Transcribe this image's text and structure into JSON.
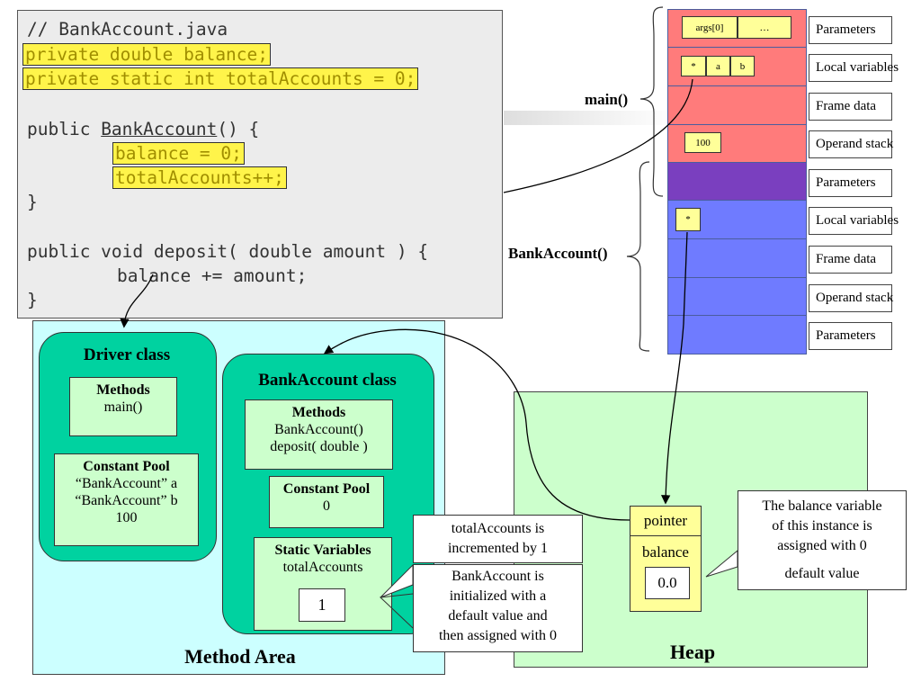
{
  "code": {
    "comment": "// BankAccount.java",
    "line_balance_decl": "private double balance;",
    "line_total_decl": "private static int totalAccounts = 0;",
    "ctor_open_prefix": "public ",
    "ctor_open_name": "BankAccount",
    "ctor_open_suffix": "() {",
    "balance_assign": "balance = 0;",
    "total_increment": "totalAccounts++;",
    "close_brace_1": "}",
    "deposit_sig": "public void deposit( double amount ) {",
    "deposit_body": "balance += amount;",
    "close_brace_2": "}"
  },
  "stack": {
    "main_label": "main()",
    "ctor_label": "BankAccount()",
    "labels": [
      "Parameters",
      "Local variables",
      "Frame data",
      "Operand stack",
      "Parameters",
      "Local variables",
      "Frame data",
      "Operand stack",
      "Parameters"
    ],
    "main_params": [
      "args[0]",
      "…"
    ],
    "main_locals": [
      "*",
      "a",
      "b"
    ],
    "main_operand": "100",
    "ctor_local": "*"
  },
  "method_area": {
    "title": "Method Area",
    "driver": {
      "title": "Driver class",
      "methods_title": "Methods",
      "methods": [
        "main()"
      ],
      "pool_title": "Constant Pool",
      "pool": [
        "“BankAccount” a",
        "“BankAccount” b",
        "100"
      ]
    },
    "bank": {
      "title": "BankAccount class",
      "methods_title": "Methods",
      "methods": [
        "BankAccount()",
        "deposit( double )"
      ],
      "pool_title": "Constant Pool",
      "pool": [
        "0"
      ],
      "static_title": "Static Variables",
      "static_var": "totalAccounts",
      "static_value": "1"
    }
  },
  "heap": {
    "title": "Heap",
    "pointer_label": "pointer",
    "balance_label": "balance",
    "balance_value": "0.0"
  },
  "callouts": {
    "balance_front": [
      "The balance variable",
      "of this instance is",
      "assigned with 0"
    ],
    "balance_behind": "default value",
    "total_front": [
      "totalAccounts is",
      "incremented by 1"
    ],
    "total_behind": [
      "BankAccount is",
      "initialized with a",
      "default value and",
      "then assigned with 0"
    ]
  }
}
